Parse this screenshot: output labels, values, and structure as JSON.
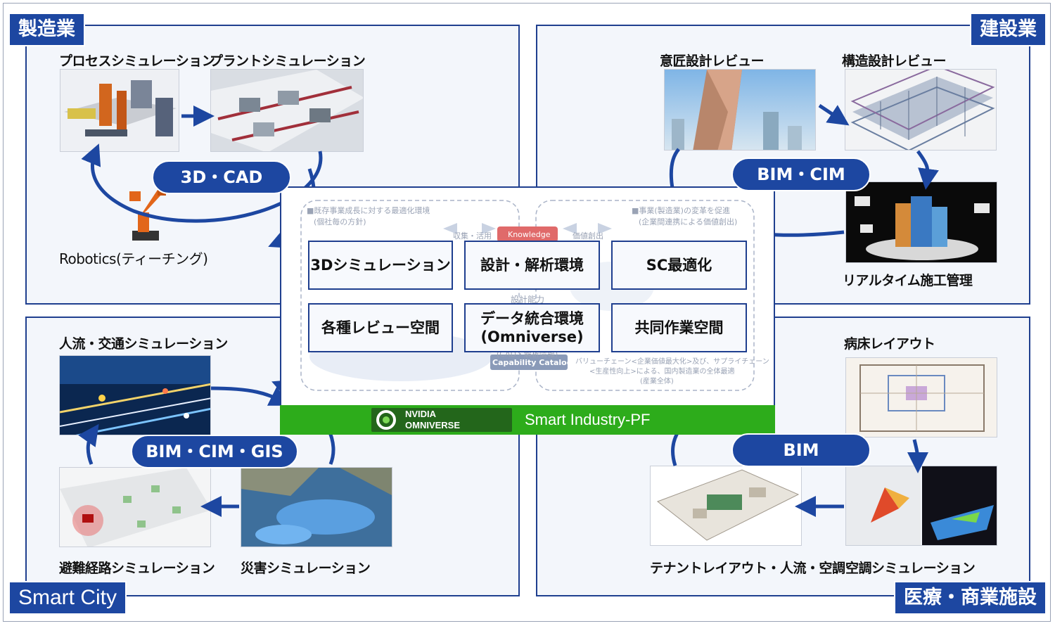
{
  "quadrants": {
    "manufacturing": {
      "tag": "製造業",
      "pill": "3D・CAD",
      "labels": {
        "process": "プロセスシミュレーション",
        "plant": "プラントシミュレーション",
        "robotics": "Robotics(ティーチング)"
      }
    },
    "construction": {
      "tag": "建設業",
      "pill": "BIM・CIM",
      "labels": {
        "design": "意匠設計レビュー",
        "structure": "構造設計レビュー",
        "realtime": "リアルタイム施工管理"
      }
    },
    "smartcity": {
      "tag": "Smart City",
      "pill": "BIM・CIM・GIS",
      "labels": {
        "traffic": "人流・交通シミュレーション",
        "evacuation": "避難経路シミュレーション",
        "disaster": "災害シミュレーション"
      }
    },
    "medical": {
      "tag": "医療・商業施設",
      "pill": "BIM",
      "labels": {
        "ward": "病床レイアウト",
        "tenant": "テナントレイアウト・人流・空調",
        "aircon": "空調シミュレーション"
      }
    }
  },
  "platform": {
    "boxes": {
      "sim3d": "3Dシミュレーション",
      "design_env": "設計・解析環境",
      "sc": "SC最適化",
      "review": "各種レビュー空間",
      "data_env_line1": "データ統合環境",
      "data_env_line2": "(Omniverse)",
      "collab": "共同作業空間"
    },
    "background": {
      "left_title": "■既存事業成長に対する最適化環境",
      "left_sub": "(個社毎の方針)",
      "right_title": "■事業(製造業)の変革を促進",
      "right_sub": "(企業間連携による価値創出)",
      "collect": "収集・活用",
      "value": "価値創出",
      "knowledge": "Knowledge",
      "design_capability": "設計能力",
      "cad_info": "(CAD・解析情報)",
      "capability_catalog": "Capability Catalog",
      "value_chain_1": "バリューチェーン<企業価値最大化>及び、サプライチェーン",
      "value_chain_2": "<生産性向上>による、国内製造業の全体最適",
      "value_chain_3": "(産業全体)"
    },
    "nvidia_line1": "NVIDIA",
    "nvidia_line2": "OMNIVERSE",
    "name": "Smart Industry-PF"
  },
  "colors": {
    "accent": "#1d47a1",
    "green": "#2dac1b"
  }
}
